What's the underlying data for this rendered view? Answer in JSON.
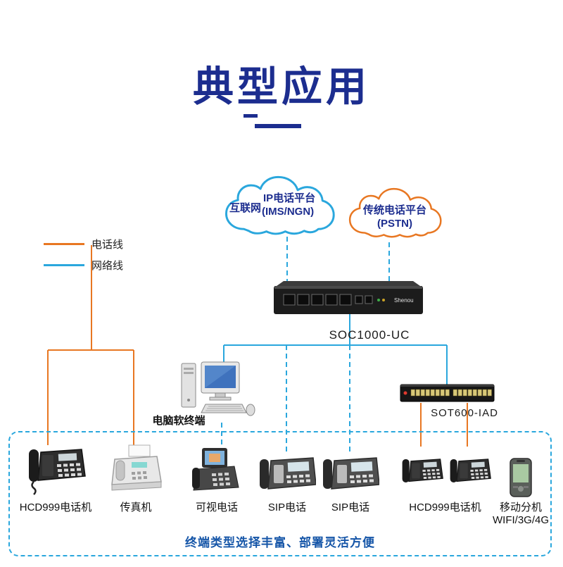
{
  "page": {
    "title": "典型应用",
    "caption": "终端类型选择丰富、部署灵活方便"
  },
  "legend": [
    {
      "label": "电话线",
      "color": "#e87722"
    },
    {
      "label": "网络线",
      "color": "#2aa7dd"
    }
  ],
  "clouds": {
    "internet": {
      "label_side": "互联网",
      "label_main": "IP电话平台",
      "label_sub": "(IMS/NGN)",
      "outline_color": "#2aa7dd"
    },
    "pstn": {
      "label_main": "传统电话平台",
      "label_sub": "(PSTN)",
      "outline_color": "#e87722"
    }
  },
  "nodes": {
    "gateway": {
      "label": "SOC1000-UC",
      "brand": "Shenou"
    },
    "iad": {
      "label": "SOT600-IAD"
    },
    "softclient": {
      "label": "电脑软终端"
    }
  },
  "terminals": [
    {
      "label": "HCD999电话机"
    },
    {
      "label": "传真机"
    },
    {
      "label": "可视电话"
    },
    {
      "label": "SIP电话"
    },
    {
      "label": "SIP电话"
    },
    {
      "label": "HCD999电话机"
    },
    {
      "label": "移动分机",
      "sublabel": "WIFI/3G/4G"
    }
  ],
  "colors": {
    "title_text": "#1c2d8f",
    "caption_text": "#1656a8",
    "phone_line": "#e87722",
    "network_line": "#2aa7dd"
  }
}
